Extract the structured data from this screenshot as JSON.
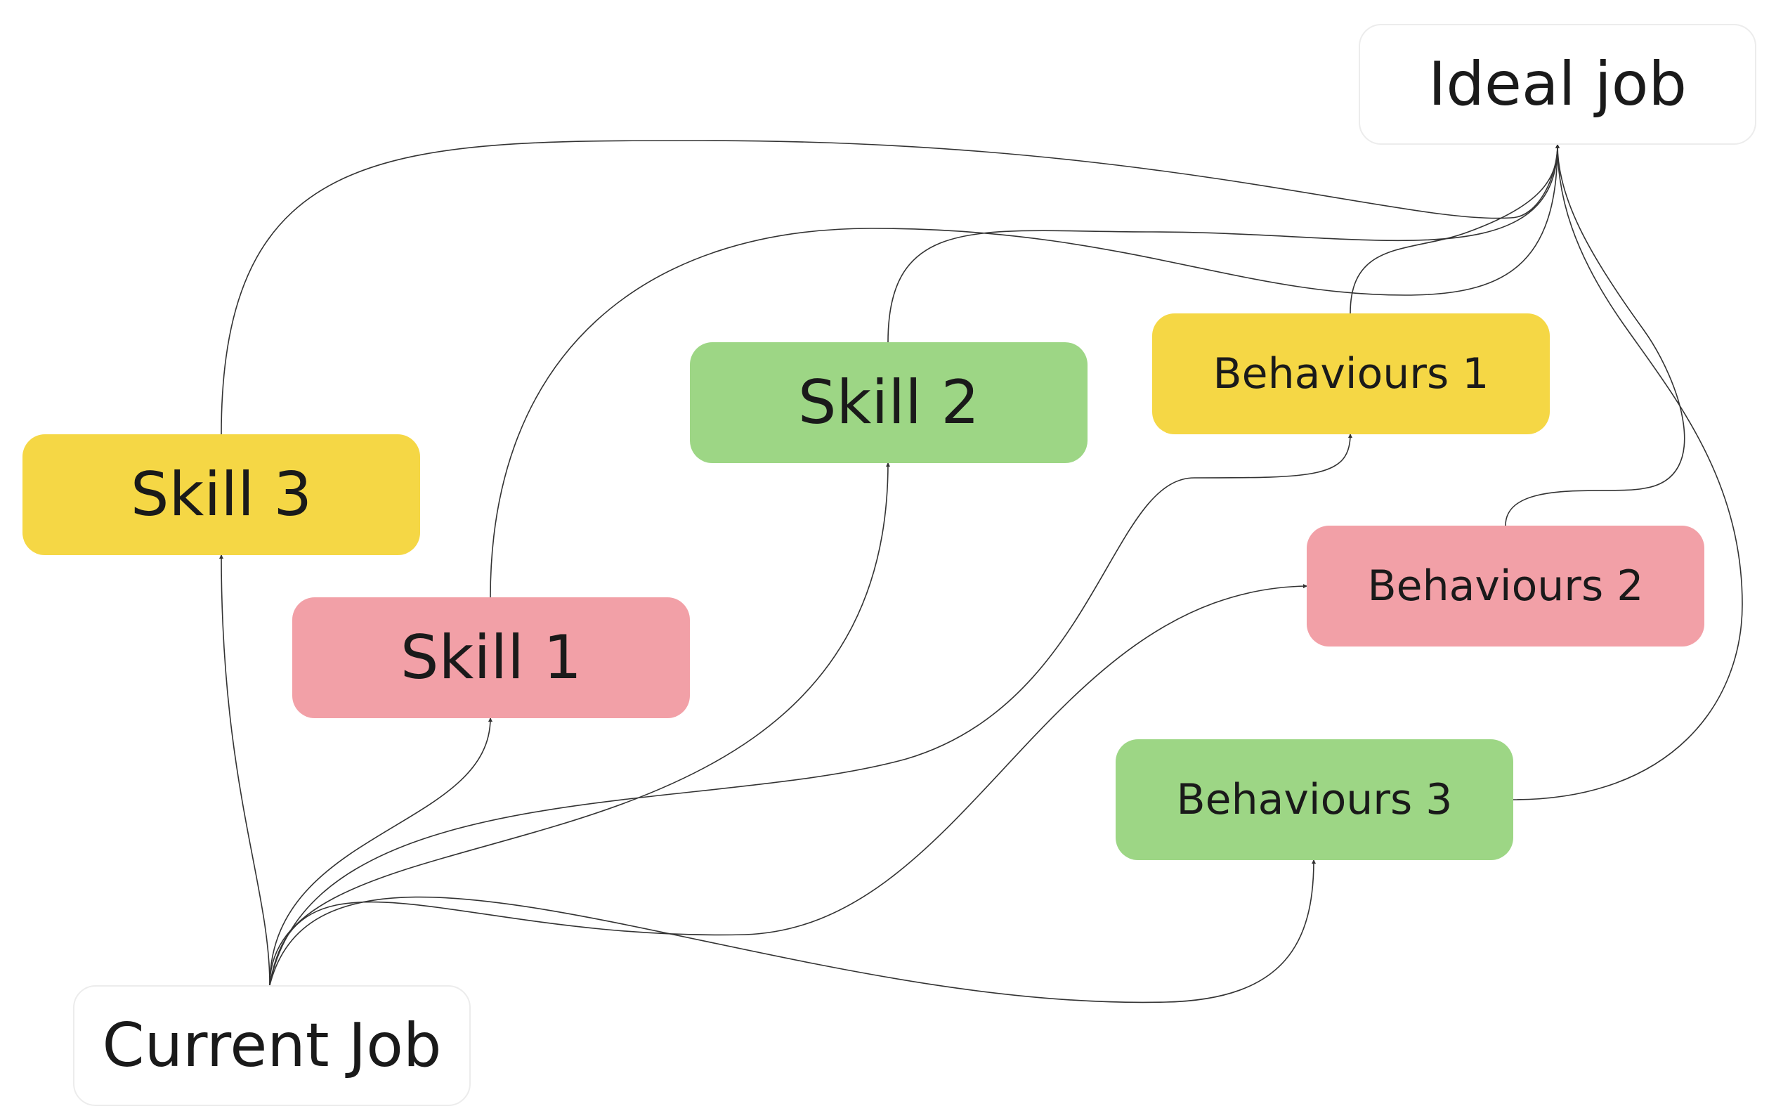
{
  "nodes": {
    "ideal_job": {
      "label": "Ideal job"
    },
    "current_job": {
      "label": "Current Job"
    },
    "skill_1": {
      "label": "Skill 1",
      "color": "#f2a0a7"
    },
    "skill_2": {
      "label": "Skill 2",
      "color": "#9dd685"
    },
    "skill_3": {
      "label": "Skill 3",
      "color": "#f5d745"
    },
    "behaviours_1": {
      "label": "Behaviours 1",
      "color": "#f5d745"
    },
    "behaviours_2": {
      "label": "Behaviours 2",
      "color": "#f2a0a7"
    },
    "behaviours_3": {
      "label": "Behaviours 3",
      "color": "#9dd685"
    }
  },
  "edges": [
    {
      "from": "current_job",
      "to": "skill_3"
    },
    {
      "from": "current_job",
      "to": "skill_1"
    },
    {
      "from": "current_job",
      "to": "skill_2"
    },
    {
      "from": "current_job",
      "to": "behaviours_1"
    },
    {
      "from": "current_job",
      "to": "behaviours_2"
    },
    {
      "from": "current_job",
      "to": "behaviours_3"
    },
    {
      "from": "skill_3",
      "to": "ideal_job"
    },
    {
      "from": "skill_1",
      "to": "ideal_job"
    },
    {
      "from": "skill_2",
      "to": "ideal_job"
    },
    {
      "from": "behaviours_1",
      "to": "ideal_job"
    },
    {
      "from": "behaviours_2",
      "to": "ideal_job"
    },
    {
      "from": "behaviours_3",
      "to": "ideal_job"
    }
  ],
  "style": {
    "line_color": "#333333",
    "node_border": "#ececec"
  }
}
